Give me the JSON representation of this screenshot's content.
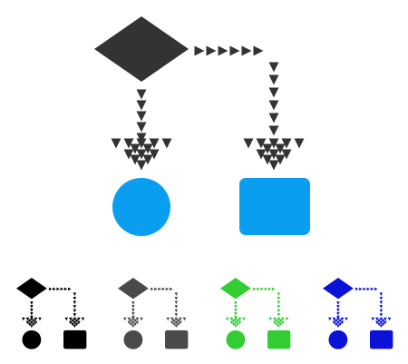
{
  "icon": {
    "name": "flowchart-icon",
    "shapes": [
      "diamond",
      "circle",
      "rectangle"
    ],
    "arrow_style": "dotted-triangles"
  },
  "variants": [
    {
      "name": "flowchart-icon-colored",
      "primary": "#333333",
      "secondary": "#0a9ef0"
    },
    {
      "name": "flowchart-icon-black",
      "primary": "#000000",
      "secondary": "#000000"
    },
    {
      "name": "flowchart-icon-gray",
      "primary": "#4a4a4a",
      "secondary": "#4a4a4a"
    },
    {
      "name": "flowchart-icon-green",
      "primary": "#33cc33",
      "secondary": "#33cc33"
    },
    {
      "name": "flowchart-icon-blue",
      "primary": "#0a12d8",
      "secondary": "#0a12d8"
    }
  ]
}
